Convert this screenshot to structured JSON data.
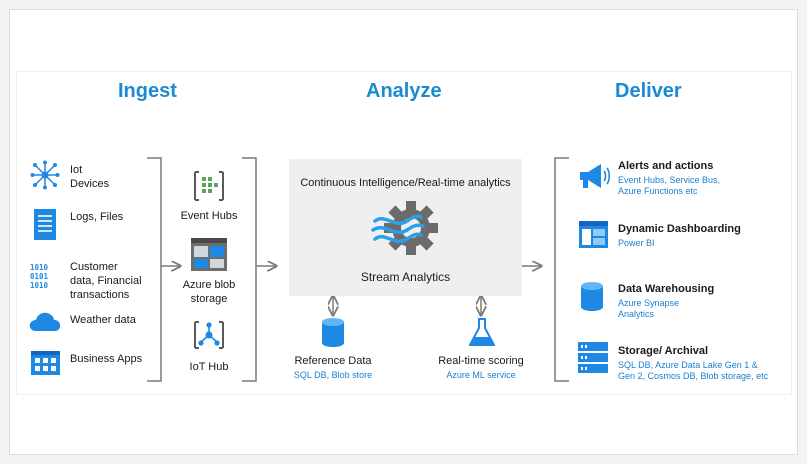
{
  "sections": {
    "ingest": "Ingest",
    "analyze": "Analyze",
    "deliver": "Deliver"
  },
  "sources": [
    {
      "label": "Iot\nDevices",
      "icon": "iot-devices-icon"
    },
    {
      "label": "Logs, Files",
      "icon": "file-icon"
    },
    {
      "label": "Customer\ndata, Financial\ntransactions",
      "icon": "binary-data-icon"
    },
    {
      "label": "Weather data",
      "icon": "cloud-icon"
    },
    {
      "label": "Business Apps",
      "icon": "apps-grid-icon"
    }
  ],
  "ingestion": [
    {
      "label": "Event Hubs",
      "icon": "event-hubs-icon"
    },
    {
      "label": "Azure blob\nstorage",
      "icon": "blob-storage-icon"
    },
    {
      "label": "IoT Hub",
      "icon": "iot-hub-icon"
    }
  ],
  "analytics": {
    "header": "Continuous Intelligence/Real-time analytics",
    "engine": "Stream Analytics"
  },
  "reference": {
    "title": "Reference Data",
    "subtitle": "SQL DB, Blob store"
  },
  "scoring": {
    "title": "Real-time scoring",
    "subtitle": "Azure ML service"
  },
  "outputs": [
    {
      "title": "Alerts and actions",
      "subtitle": "Event Hubs, Service Bus,\nAzure Functions etc",
      "icon": "megaphone-icon"
    },
    {
      "title": "Dynamic Dashboarding",
      "subtitle": "Power BI",
      "icon": "dashboard-icon"
    },
    {
      "title": "Data Warehousing",
      "subtitle": "Azure Synapse\nAnalytics",
      "icon": "database-icon"
    },
    {
      "title": "Storage/ Archival",
      "subtitle": "SQL DB, Azure Data Lake Gen 1 &\nGen 2, Cosmos DB, Blob storage, etc",
      "icon": "storage-icon"
    }
  ],
  "colors": {
    "accent": "#1b8ad3",
    "icon_blue": "#1e88e5",
    "icon_green": "#5ea35a",
    "analytics_box": "#efefef",
    "line": "#7a7a7a"
  }
}
